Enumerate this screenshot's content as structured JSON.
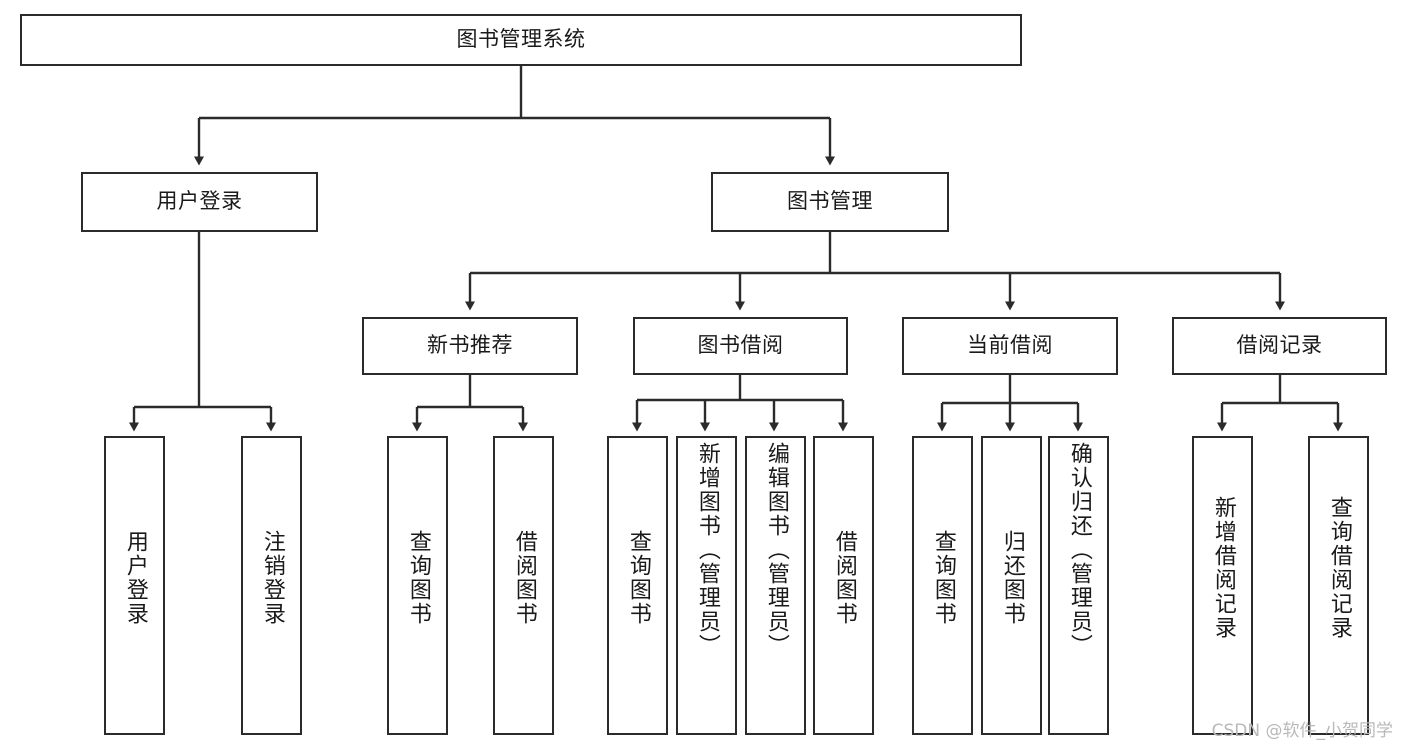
{
  "diagram": {
    "type": "tree-hierarchy-chart",
    "title": "图书管理系统",
    "watermark": "CSDN @软件_小贺同学",
    "colors": {
      "box_border": "#2b2b2b",
      "box_fill": "#ffffff",
      "connector": "#2b2b2b",
      "text": "#1a1a1a",
      "watermark": "#b9b9b9",
      "background": "#ffffff"
    },
    "root": {
      "label": "图书管理系统"
    },
    "level2": [
      {
        "label": "用户登录"
      },
      {
        "label": "图书管理"
      }
    ],
    "level3": [
      {
        "label": "新书推荐"
      },
      {
        "label": "图书借阅"
      },
      {
        "label": "当前借阅"
      },
      {
        "label": "借阅记录"
      }
    ],
    "leaves": {
      "user_login": [
        {
          "label": "用户登录"
        },
        {
          "label": "注销登录"
        }
      ],
      "new_book_recommend": [
        {
          "label": "查询图书"
        },
        {
          "label": "借阅图书"
        }
      ],
      "book_borrow": [
        {
          "label": "查询图书"
        },
        {
          "label": "新增图书（管理员）"
        },
        {
          "label": "编辑图书（管理员）"
        },
        {
          "label": "借阅图书"
        }
      ],
      "current_borrow": [
        {
          "label": "查询图书"
        },
        {
          "label": "归还图书"
        },
        {
          "label": "确认归还（管理员）"
        }
      ],
      "borrow_record": [
        {
          "label": "新增借阅记录"
        },
        {
          "label": "查询借阅记录"
        }
      ]
    }
  }
}
